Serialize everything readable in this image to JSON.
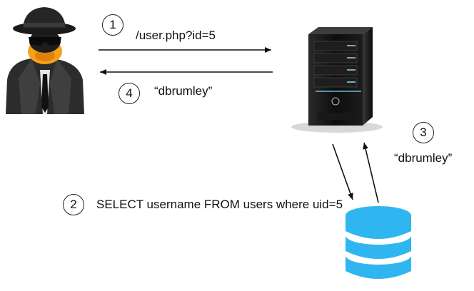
{
  "steps": [
    {
      "number": "1",
      "label": "/user.php?id=5"
    },
    {
      "number": "2",
      "label": "SELECT username FROM users where uid=5"
    },
    {
      "number": "3",
      "label": "“dbrumley”"
    },
    {
      "number": "4",
      "label": "“dbrumley”"
    }
  ],
  "icons": {
    "attacker": "spy-attacker-icon",
    "server": "web-server-icon",
    "database": "database-icon"
  },
  "colors": {
    "database": "#2fb6f0",
    "server_body": "#141414",
    "accent_light": "#9fe8ff"
  }
}
